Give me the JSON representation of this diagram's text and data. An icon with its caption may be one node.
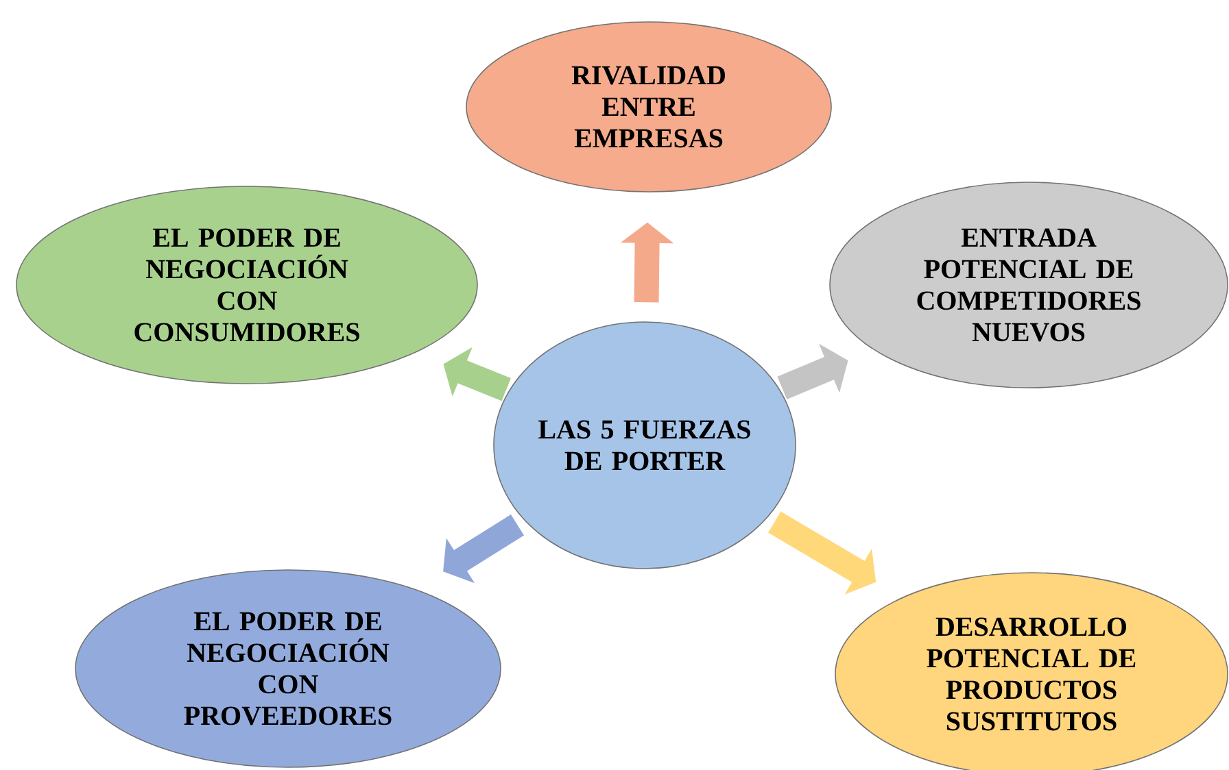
{
  "diagram": {
    "nodes": [
      {
        "text": [
          "LAS 5 FUERZAS DE PORTER"
        ]
      },
      {
        "text": [
          "RIVALIDAD ENTRE EMPRESAS"
        ]
      },
      {
        "text": [
          "EL PODER DE NEGOCIACIÓN CON CONSUMIDORES"
        ]
      },
      {
        "text": [
          "ENTRADA POTENCIAL DE COMPETIDORES NUEVOS"
        ]
      },
      {
        "text": [
          "EL PODER DE NEGOCIACIÓN CON PROVEEDORES"
        ]
      },
      {
        "text": [
          "DESARROLLO POTENCIAL DE PRODUCTOS SUSTITUTOS"
        ]
      }
    ],
    "edges": [
      {
        "from": 0,
        "to": 1,
        "arrow": "to",
        "color": "#f4a98a"
      },
      {
        "from": 0,
        "to": 2,
        "arrow": "to",
        "color": "#a8d08d"
      },
      {
        "from": 0,
        "to": 3,
        "arrow": "to",
        "color": "#c4c4c4"
      },
      {
        "from": 0,
        "to": 4,
        "arrow": "to",
        "color": "#8fa6d9"
      },
      {
        "from": 0,
        "to": 5,
        "arrow": "to",
        "color": "#ffd87a"
      }
    ]
  }
}
